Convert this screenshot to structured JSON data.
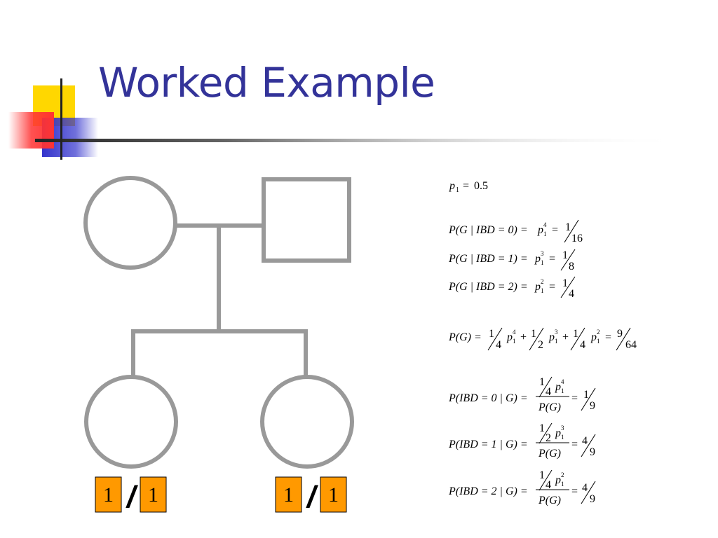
{
  "slide": {
    "title": "Worked Example"
  },
  "colors": {
    "title": "#333399",
    "pedigree_stroke": "#999999",
    "genotype_box": "#FF9900",
    "deco_yellow": "#FFD700",
    "deco_red": "#FF3333",
    "deco_blue": "#3333CC"
  },
  "pedigree": {
    "mother": {
      "shape": "circle"
    },
    "father": {
      "shape": "square"
    },
    "child_left": {
      "shape": "circle",
      "allele_1": "1",
      "separator": "/",
      "allele_2": "1"
    },
    "child_right": {
      "shape": "circle",
      "allele_1": "1",
      "separator": "/",
      "allele_2": "1"
    }
  },
  "equations": {
    "p1": {
      "lhs": "p",
      "sub": "1",
      "eq": "=",
      "rhs": "0.5"
    },
    "g_ibd0": {
      "lhs": "P(G | IBD = 0) =",
      "p": "p",
      "sub": "1",
      "sup": "4",
      "eq": "=",
      "num": "1",
      "den": "16"
    },
    "g_ibd1": {
      "lhs": "P(G | IBD = 1) =",
      "p": "p",
      "sub": "1",
      "sup": "3",
      "eq": "=",
      "num": "1",
      "den": "8"
    },
    "g_ibd2": {
      "lhs": "P(G | IBD = 2) =",
      "p": "p",
      "sub": "1",
      "sup": "2",
      "eq": "=",
      "num": "1",
      "den": "4"
    },
    "pg": {
      "lhs": "P(G) =",
      "t1_num": "1",
      "t1_den": "4",
      "t1_sup": "4",
      "plus1": "+",
      "t2_num": "1",
      "t2_den": "2",
      "t2_sup": "3",
      "plus2": "+",
      "t3_num": "1",
      "t3_den": "4",
      "t3_sup": "2",
      "eq": "=",
      "res_num": "9",
      "res_den": "64",
      "p": "p",
      "sub": "1"
    },
    "ibd0_g": {
      "lhs": "P(IBD = 0 | G) =",
      "fn": "1",
      "fd": "4",
      "p": "p",
      "sub": "1",
      "sup": "4",
      "den": "P(G)",
      "eq": "=",
      "res_num": "1",
      "res_den": "9"
    },
    "ibd1_g": {
      "lhs": "P(IBD = 1 | G) =",
      "fn": "1",
      "fd": "2",
      "p": "p",
      "sub": "1",
      "sup": "3",
      "den": "P(G)",
      "eq": "=",
      "res_num": "4",
      "res_den": "9"
    },
    "ibd2_g": {
      "lhs": "P(IBD = 2 | G) =",
      "fn": "1",
      "fd": "4",
      "p": "p",
      "sub": "1",
      "sup": "2",
      "den": "P(G)",
      "eq": "=",
      "res_num": "4",
      "res_den": "9"
    }
  }
}
